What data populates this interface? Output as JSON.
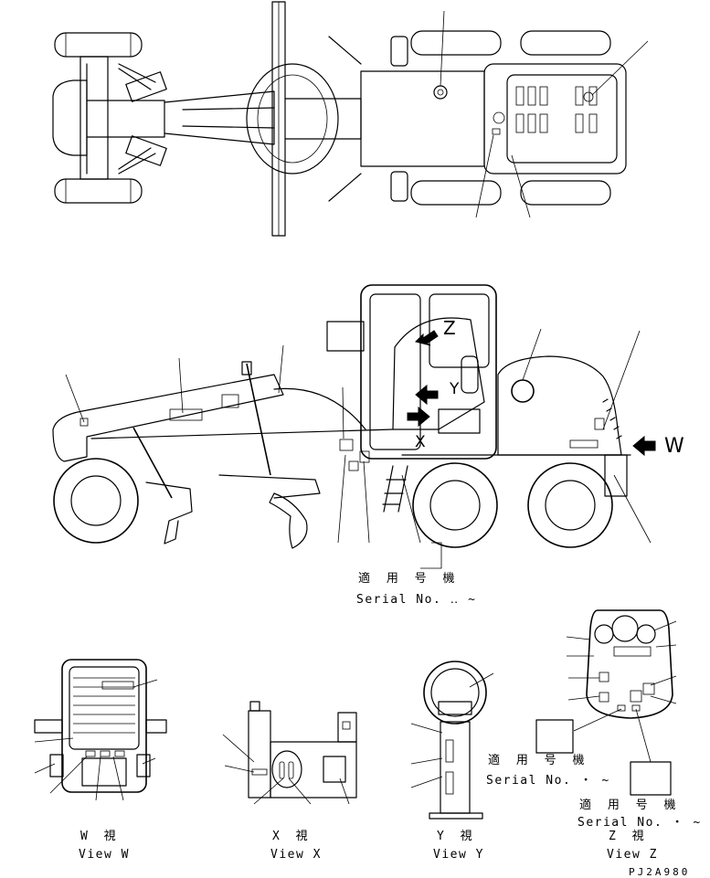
{
  "labels": {
    "view_w_arrow": "W",
    "view_z_mark": "Z",
    "view_y_mark": "Y",
    "view_x_mark": "X",
    "serial_main_ja": "適 用 号 機",
    "serial_main_en": "Serial No. ‥ ~",
    "serial_mid_ja": "適 用 号 機",
    "serial_mid_en": "Serial No.  ・ ~",
    "serial_right_ja": "適 用 号 機",
    "serial_right_en": "Serial No.  ・ ~",
    "view_w_ja": "W 視",
    "view_w_en": "View W",
    "view_x_ja": "X 視",
    "view_x_en": "View X",
    "view_y_ja": "Y 視",
    "view_y_en": "View Y",
    "view_z_ja": "Z 視",
    "view_z_en": "View Z",
    "drawing_code": "PJ2A980"
  }
}
